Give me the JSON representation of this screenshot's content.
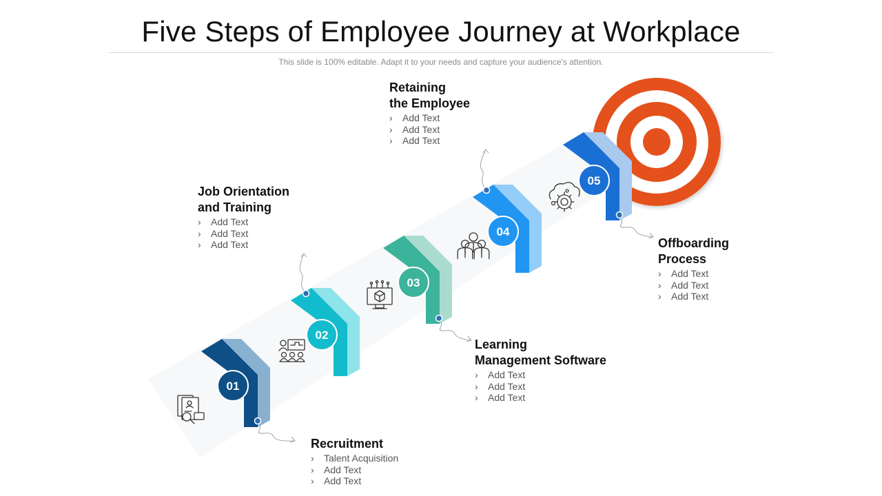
{
  "slide": {
    "title": "Five Steps of Employee Journey at Workplace",
    "subtitle": "This slide is 100% editable. Adapt it to your needs and capture your audience's attention."
  },
  "steps": [
    {
      "number": "01",
      "heading": "Recruitment",
      "items": [
        "Talent Acquisition",
        "Add Text",
        "Add Text"
      ],
      "icon": "resume-search-icon",
      "color": "#0d4f86",
      "light_color": "#8ab0d0"
    },
    {
      "number": "02",
      "heading": "Job Orientation\nand Training",
      "items": [
        "Add Text",
        "Add Text",
        "Add Text"
      ],
      "icon": "training-presentation-icon",
      "color": "#12bccc",
      "light_color": "#8fe3ea"
    },
    {
      "number": "03",
      "heading": "Learning\nManagement Software",
      "items": [
        "Add Text",
        "Add Text",
        "Add Text"
      ],
      "icon": "computer-cube-icon",
      "color": "#3cb39b",
      "light_color": "#a9dccf"
    },
    {
      "number": "04",
      "heading": "Retaining\nthe Employee",
      "items": [
        "Add Text",
        "Add Text",
        "Add Text"
      ],
      "icon": "team-people-icon",
      "color": "#2095f2",
      "light_color": "#93cdf8"
    },
    {
      "number": "05",
      "heading": "Offboarding\nProcess",
      "items": [
        "Add Text",
        "Add Text",
        "Add Text"
      ],
      "icon": "cloud-gear-icon",
      "color": "#1a6fd4",
      "light_color": "#a9c9ef"
    }
  ],
  "target": {
    "icon": "target-icon",
    "color": "#e4511b"
  },
  "bullet_glyph": "›"
}
